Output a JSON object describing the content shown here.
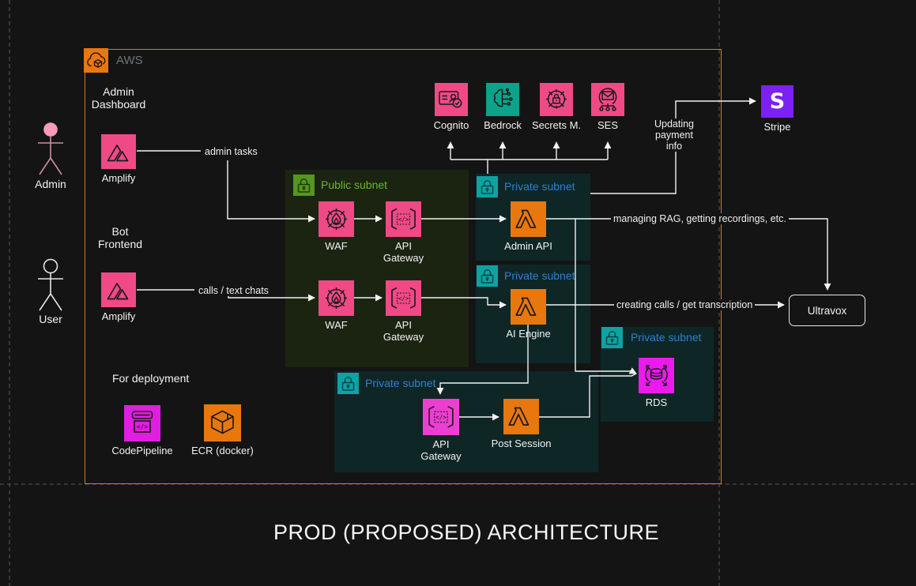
{
  "title": "PROD (PROPOSED) ARCHITECTURE",
  "aws_group_label": "AWS",
  "actors": {
    "admin": "Admin",
    "user": "User"
  },
  "notes": {
    "admin_dashboard": "Admin\nDashboard",
    "bot_frontend": "Bot\nFrontend",
    "for_deployment": "For deployment"
  },
  "subnets": {
    "public": "Public subnet",
    "private1": "Private subnet",
    "private2": "Private subnet",
    "private3": "Private subnet",
    "private4": "Private subnet"
  },
  "nodes": {
    "amplify_admin": "Amplify",
    "amplify_user": "Amplify",
    "cognito": "Cognito",
    "bedrock": "Bedrock",
    "secrets_manager": "Secrets M.",
    "ses": "SES",
    "stripe": "Stripe",
    "waf_admin": "WAF",
    "api_gateway_admin": "API\nGateway",
    "waf_user": "WAF",
    "api_gateway_user": "API\nGateway",
    "admin_api": "Admin API",
    "ai_engine": "AI Engine",
    "api_gateway_internal": "API\nGateway",
    "post_session": "Post Session",
    "rds": "RDS",
    "codepipeline": "CodePipeline",
    "ecr": "ECR (docker)",
    "ultravox": "Ultravox"
  },
  "stripe_letter": "S",
  "edge_labels": {
    "admin_tasks": "admin tasks",
    "calls_text_chats": "calls / text chats",
    "updating_payment_info": "Updating\npayment\ninfo",
    "managing_rag": "managing RAG, getting recordings, etc.",
    "creating_calls": "creating calls / get transcription"
  },
  "icons": {
    "aws-cloud-icon": "cloud-with-cube",
    "amplify-icon": "amplify-a-outline",
    "cognito-icon": "id-card-user-check",
    "bedrock-icon": "brain-circuit",
    "secrets-manager-icon": "lock-in-crosshair",
    "ses-icon": "envelope-network",
    "stripe-icon": "letter-S",
    "waf-icon": "flame-in-crosshair",
    "api-gateway-icon": "gateway-brackets-code",
    "lambda-icon": "lambda",
    "rds-icon": "database-scale-arrows",
    "codepipeline-icon": "pipeline-code-box",
    "ecr-icon": "container-cube",
    "lock-icon": "padlock",
    "person-icon": "stick-figure"
  },
  "colors": {
    "canvas_bg": "#141414",
    "aws_orange": "#e8770e",
    "service_pink": "#ef4a85",
    "service_magenta": "#e01ee0",
    "service_teal": "#0ba389",
    "lock_teal": "#0da3a3",
    "lock_green": "#55971e",
    "public_label_green": "#6cb52d",
    "private_label_blue": "#2e80d0",
    "stripe_purple": "#7c22f0",
    "connector_white": "#f2f2f2",
    "public_subnet_bg": "#1b2411",
    "private_subnet_bg": "#0e2626",
    "admin_actor_pink": "#f59cbb"
  }
}
